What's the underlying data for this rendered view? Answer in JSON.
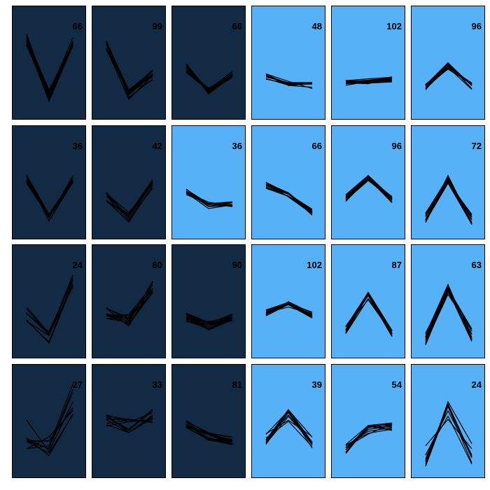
{
  "colors": {
    "dark": "#132a45",
    "light": "#56b1f7",
    "line": "#000000"
  },
  "chart_data": {
    "type": "line",
    "layout": {
      "rows": 4,
      "cols": 6
    },
    "title": "",
    "xlabel": "",
    "ylabel": "",
    "x": [
      1,
      2,
      3
    ],
    "y_range": [
      0,
      1
    ],
    "panels": [
      {
        "count": "66",
        "fill": "dark",
        "profile": [
          0.82,
          0.18,
          0.78
        ],
        "spread": 0.07,
        "lines": 13
      },
      {
        "count": "99",
        "fill": "dark",
        "profile": [
          0.75,
          0.2,
          0.42
        ],
        "spread": 0.06,
        "lines": 14
      },
      {
        "count": "66",
        "fill": "dark",
        "profile": [
          0.5,
          0.24,
          0.42
        ],
        "spread": 0.05,
        "lines": 12
      },
      {
        "count": "48",
        "fill": "light",
        "profile": [
          0.4,
          0.31,
          0.3
        ],
        "spread": 0.04,
        "lines": 10
      },
      {
        "count": "102",
        "fill": "light",
        "profile": [
          0.33,
          0.35,
          0.37
        ],
        "spread": 0.03,
        "lines": 14
      },
      {
        "count": "96",
        "fill": "light",
        "profile": [
          0.28,
          0.52,
          0.29
        ],
        "spread": 0.04,
        "lines": 14
      },
      {
        "count": "36",
        "fill": "dark",
        "profile": [
          0.6,
          0.15,
          0.6
        ],
        "spread": 0.05,
        "lines": 10
      },
      {
        "count": "42",
        "fill": "dark",
        "profile": [
          0.4,
          0.16,
          0.55
        ],
        "spread": 0.06,
        "lines": 10
      },
      {
        "count": "36",
        "fill": "light",
        "profile": [
          0.45,
          0.3,
          0.3
        ],
        "spread": 0.04,
        "lines": 9
      },
      {
        "count": "66",
        "fill": "light",
        "profile": [
          0.52,
          0.42,
          0.22
        ],
        "spread": 0.04,
        "lines": 12
      },
      {
        "count": "96",
        "fill": "light",
        "profile": [
          0.38,
          0.6,
          0.36
        ],
        "spread": 0.04,
        "lines": 14
      },
      {
        "count": "72",
        "fill": "light",
        "profile": [
          0.16,
          0.58,
          0.14
        ],
        "spread": 0.06,
        "lines": 13
      },
      {
        "count": "24",
        "fill": "dark",
        "profile": [
          0.42,
          0.16,
          0.82
        ],
        "spread": 0.1,
        "lines": 8
      },
      {
        "count": "60",
        "fill": "dark",
        "profile": [
          0.42,
          0.34,
          0.72
        ],
        "spread": 0.07,
        "lines": 12
      },
      {
        "count": "90",
        "fill": "dark",
        "profile": [
          0.38,
          0.28,
          0.38
        ],
        "spread": 0.05,
        "lines": 14
      },
      {
        "count": "102",
        "fill": "light",
        "profile": [
          0.43,
          0.52,
          0.4
        ],
        "spread": 0.04,
        "lines": 14
      },
      {
        "count": "87",
        "fill": "light",
        "profile": [
          0.23,
          0.62,
          0.2
        ],
        "spread": 0.05,
        "lines": 14
      },
      {
        "count": "63",
        "fill": "light",
        "profile": [
          0.12,
          0.68,
          0.17
        ],
        "spread": 0.08,
        "lines": 13
      },
      {
        "count": "27",
        "fill": "dark",
        "profile": [
          0.4,
          0.25,
          0.8
        ],
        "spread": 0.18,
        "lines": 9
      },
      {
        "count": "33",
        "fill": "dark",
        "profile": [
          0.55,
          0.5,
          0.62
        ],
        "spread": 0.1,
        "lines": 10
      },
      {
        "count": "81",
        "fill": "dark",
        "profile": [
          0.52,
          0.38,
          0.34
        ],
        "spread": 0.05,
        "lines": 14
      },
      {
        "count": "39",
        "fill": "light",
        "profile": [
          0.36,
          0.62,
          0.32
        ],
        "spread": 0.07,
        "lines": 11
      },
      {
        "count": "54",
        "fill": "light",
        "profile": [
          0.24,
          0.46,
          0.48
        ],
        "spread": 0.06,
        "lines": 12
      },
      {
        "count": "24",
        "fill": "light",
        "profile": [
          0.18,
          0.66,
          0.18
        ],
        "spread": 0.14,
        "lines": 9
      }
    ]
  }
}
